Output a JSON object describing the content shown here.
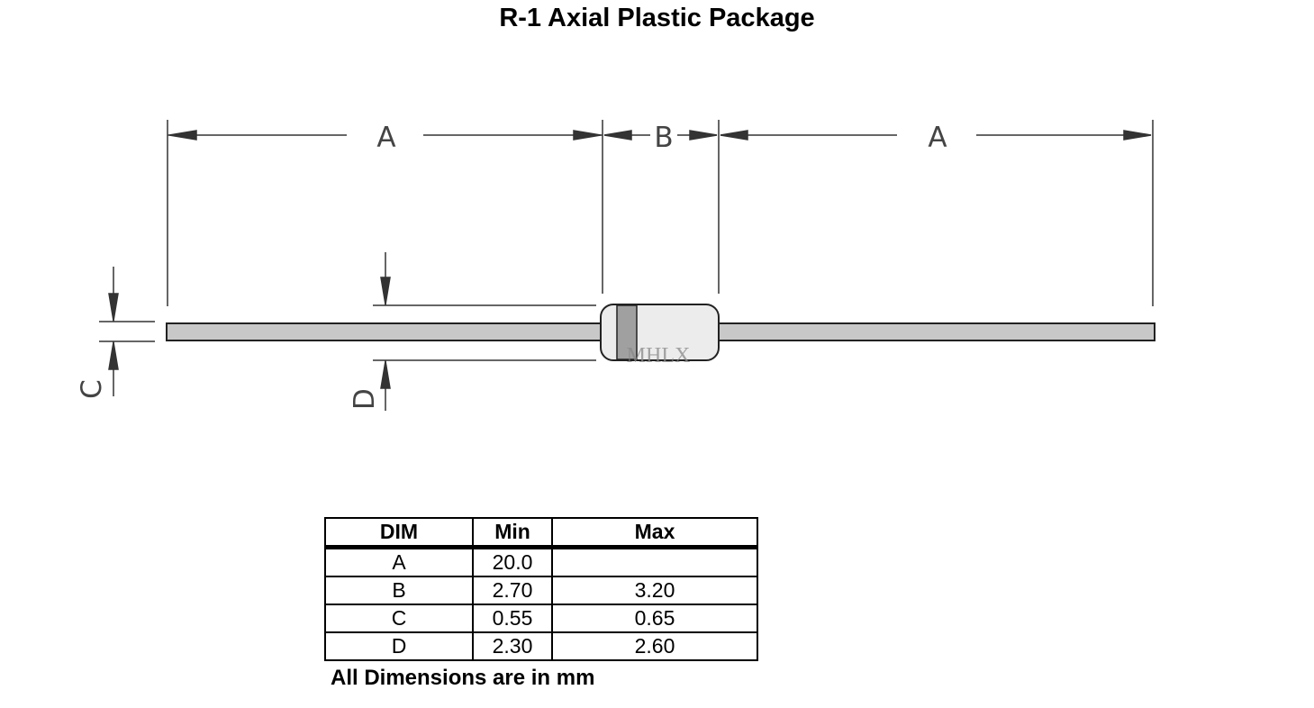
{
  "title": "R-1 Axial Plastic Package",
  "diagram": {
    "dimension_labels": {
      "a_left": "A",
      "b": "B",
      "a_right": "A",
      "c": "C",
      "d": "D"
    },
    "watermark": "MHLX",
    "colors": {
      "lead": "#c8c8c8",
      "body": "#ececec",
      "band": "#a0a0a0",
      "outline": "#222222"
    }
  },
  "table": {
    "headers": [
      "DIM",
      "Min",
      "Max"
    ],
    "rows": [
      {
        "dim": "A",
        "min": "20.0",
        "max": ""
      },
      {
        "dim": "B",
        "min": "2.70",
        "max": "3.20"
      },
      {
        "dim": "C",
        "min": "0.55",
        "max": "0.65"
      },
      {
        "dim": "D",
        "min": "2.30",
        "max": "2.60"
      }
    ],
    "note": "All Dimensions are in mm"
  }
}
